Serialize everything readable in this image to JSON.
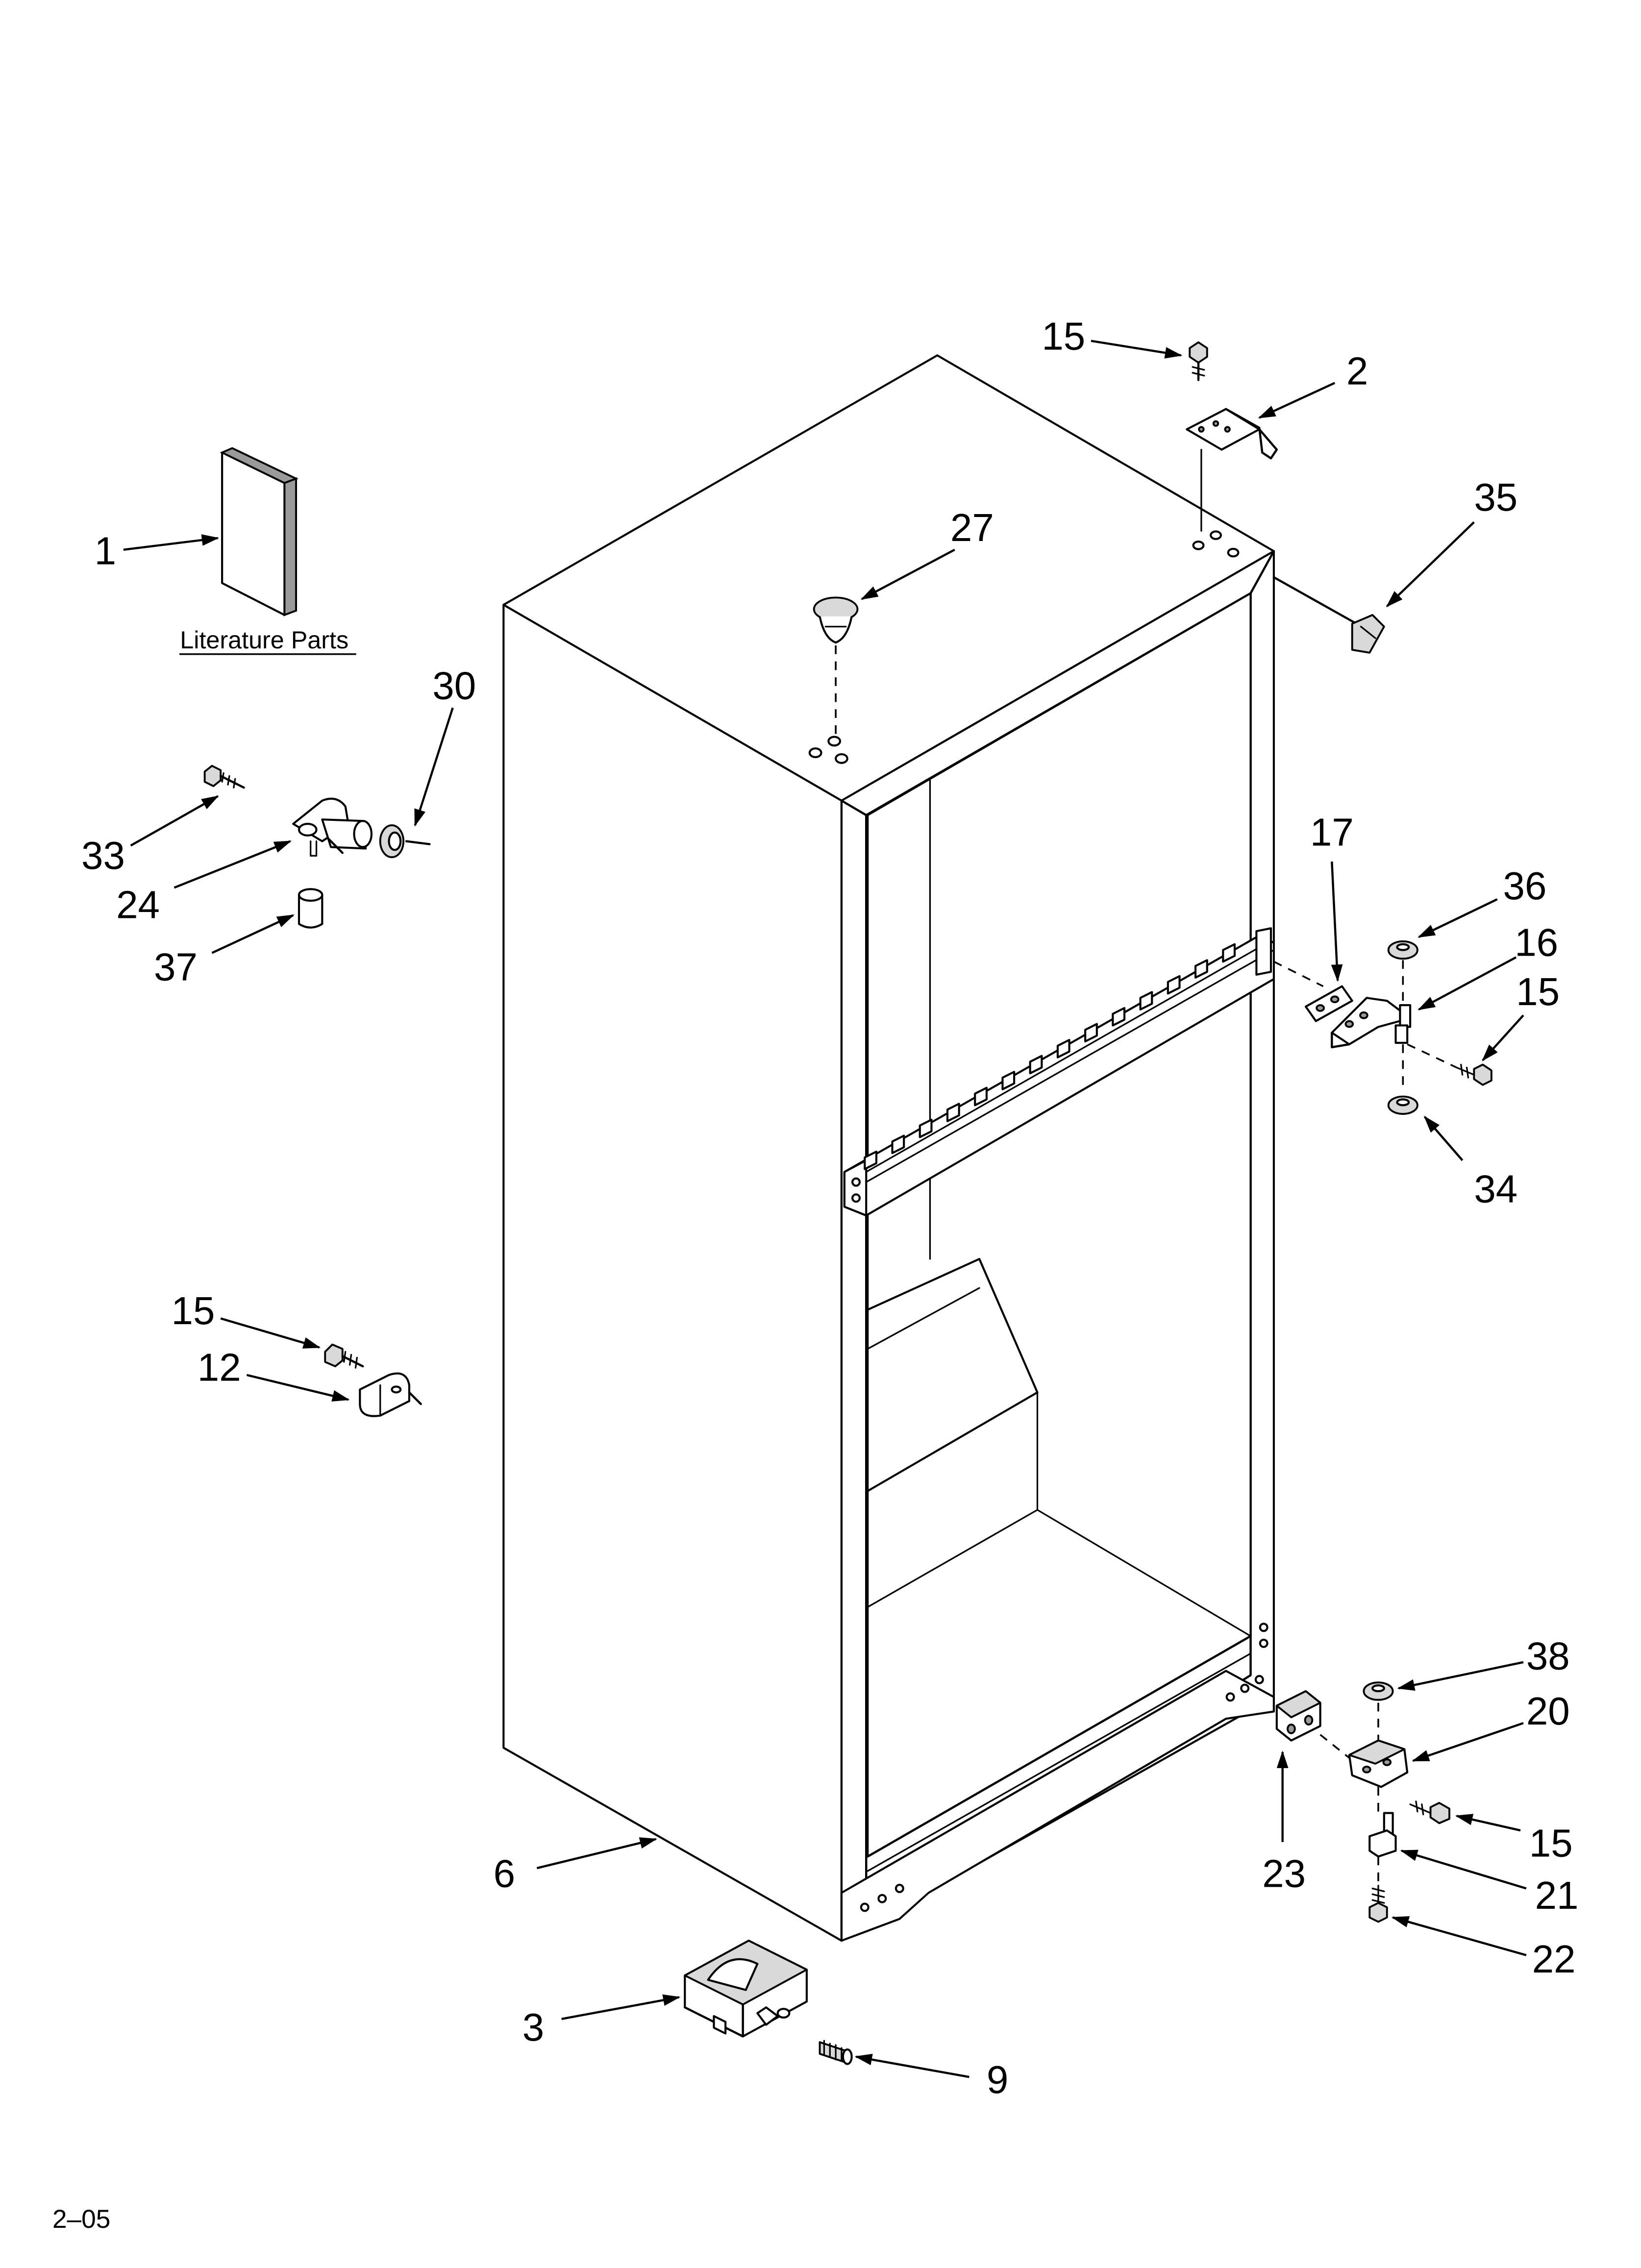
{
  "callouts": [
    {
      "id": "c1",
      "text": "1"
    },
    {
      "id": "c2",
      "text": "2"
    },
    {
      "id": "c3",
      "text": "3"
    },
    {
      "id": "c6",
      "text": "6"
    },
    {
      "id": "c9",
      "text": "9"
    },
    {
      "id": "c12",
      "text": "12"
    },
    {
      "id": "c15a",
      "text": "15"
    },
    {
      "id": "c15b",
      "text": "15"
    },
    {
      "id": "c15c",
      "text": "15"
    },
    {
      "id": "c15d",
      "text": "15"
    },
    {
      "id": "c16",
      "text": "16"
    },
    {
      "id": "c17",
      "text": "17"
    },
    {
      "id": "c20",
      "text": "20"
    },
    {
      "id": "c21",
      "text": "21"
    },
    {
      "id": "c22",
      "text": "22"
    },
    {
      "id": "c23",
      "text": "23"
    },
    {
      "id": "c24",
      "text": "24"
    },
    {
      "id": "c27",
      "text": "27"
    },
    {
      "id": "c30",
      "text": "30"
    },
    {
      "id": "c33",
      "text": "33"
    },
    {
      "id": "c34",
      "text": "34"
    },
    {
      "id": "c35",
      "text": "35"
    },
    {
      "id": "c36",
      "text": "36"
    },
    {
      "id": "c37",
      "text": "37"
    },
    {
      "id": "c38",
      "text": "38"
    }
  ],
  "literature_label": "Literature Parts",
  "footer_code": "2–05"
}
